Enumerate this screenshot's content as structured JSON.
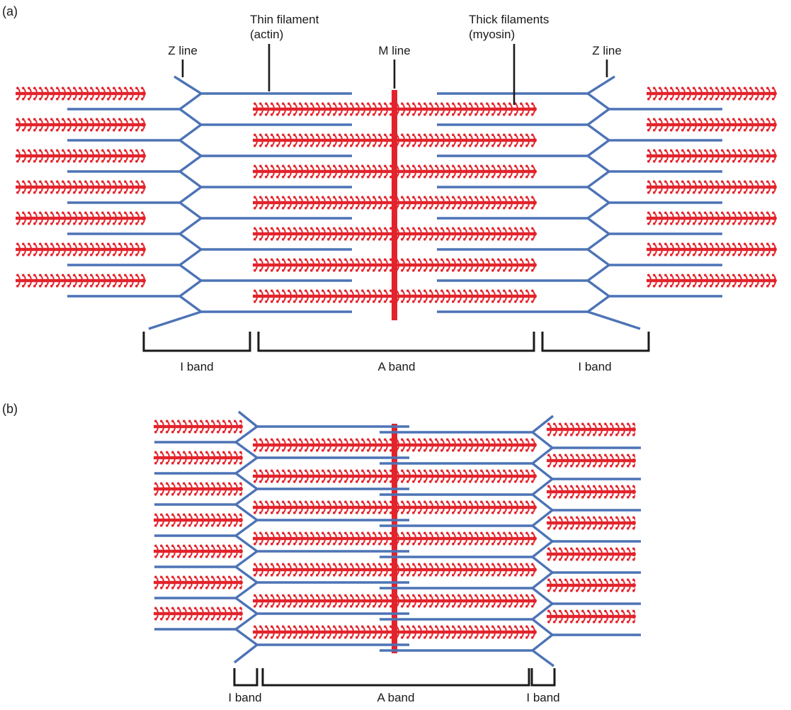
{
  "figure": {
    "colors": {
      "myosin_red": "#E3232B",
      "actin_blue": "#4D73B6",
      "pointer_black": "#1A1A1A",
      "text_black": "#1A1A1A"
    },
    "panel_a": {
      "tag": "(a)",
      "callouts": {
        "z_line_left": "Z line",
        "thin_filament": {
          "line1": "Thin filament",
          "line2": "(actin)"
        },
        "m_line": "M line",
        "thick_filaments": {
          "line1": "Thick filaments",
          "line2": "(myosin)"
        },
        "z_line_right": "Z line"
      },
      "bands": {
        "i_band_left": "I band",
        "a_band": "A band",
        "i_band_right": "I band"
      },
      "structure": {
        "central_thick_filament_rows": 7,
        "central_thin_filament_rows": 8,
        "adjacent_thick_rows_per_side": 7,
        "adjacent_thin_rows_per_side": 7
      }
    },
    "panel_b": {
      "tag": "(b)",
      "bands": {
        "i_band_left": "I band",
        "a_band": "A band",
        "i_band_right": "I band"
      },
      "structure": {
        "central_thick_filament_rows": 7,
        "central_thin_filament_pairs": 8,
        "adjacent_thick_rows_per_side": 7,
        "adjacent_thin_rows_per_side": 7
      }
    }
  }
}
